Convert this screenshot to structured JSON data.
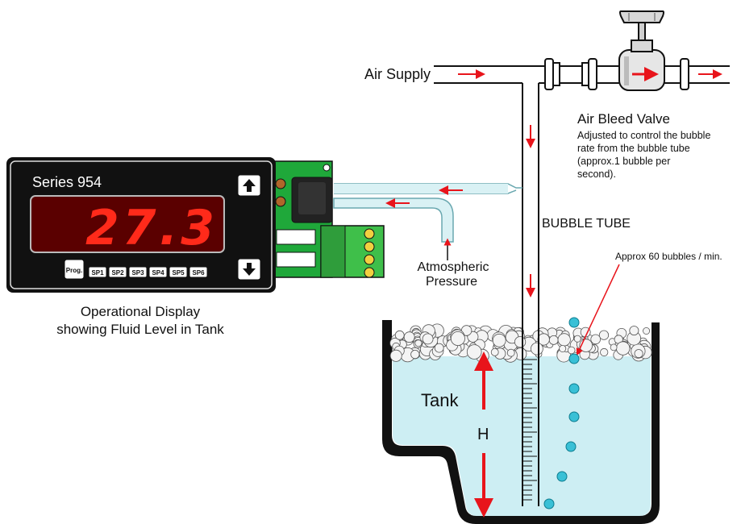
{
  "meter": {
    "model": "Series 954",
    "reading": "27.3",
    "prog_label": "Prog.",
    "setpoints": [
      "SP1",
      "SP2",
      "SP3",
      "SP4",
      "SP5",
      "SP6"
    ]
  },
  "labels": {
    "air_supply": "Air Supply",
    "valve_title": "Air Bleed Valve",
    "valve_note": [
      "Adjusted to control the bubble",
      "rate from the bubble tube",
      "(approx.1 bubble per",
      "second)."
    ],
    "bubble_tube": "BUBBLE TUBE",
    "bubble_rate": "Approx 60 bubbles / min.",
    "atmospheric": [
      "Atmospheric",
      "Pressure"
    ],
    "display_caption": [
      "Operational Display",
      "showing Fluid Level in Tank"
    ],
    "tank": "Tank",
    "height": "H"
  },
  "colors": {
    "arrow": "#e8141b",
    "liquid": "#cdeef3",
    "bubble": "#39c0d6",
    "meter_body": "#111111",
    "display_bg": "#5a0000",
    "display_digits": "#ff2a1a",
    "board": "#1fa83a"
  }
}
